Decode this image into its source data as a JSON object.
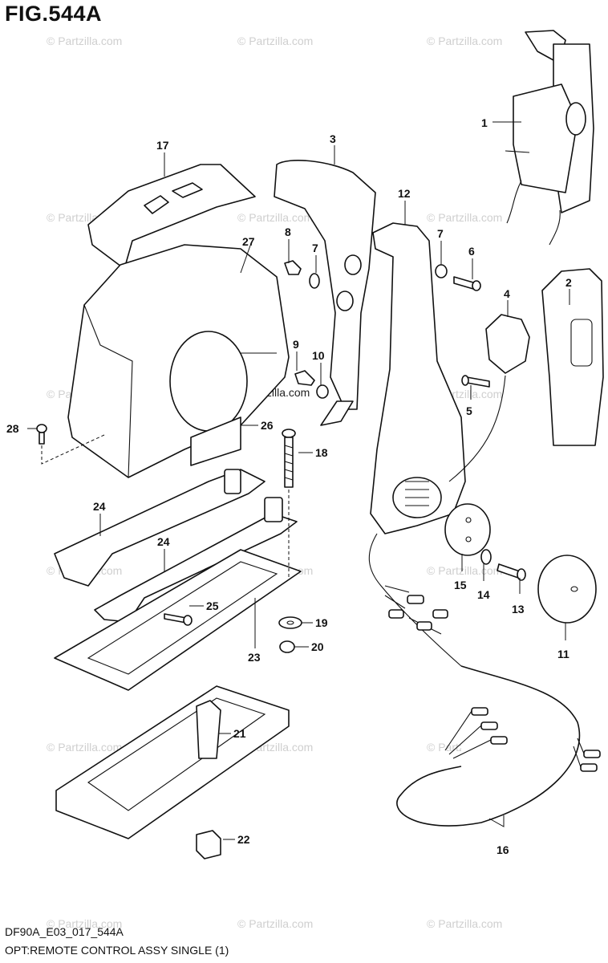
{
  "figure_title": "FIG.544A",
  "footer": {
    "code": "DF90A_E03_017_544A",
    "description": "OPT:REMOTE CONTROL ASSY SINGLE (1)"
  },
  "watermark": {
    "text": "© Partzilla.com",
    "center_text": "© Partzilla.com"
  },
  "callouts": {
    "c1": "1",
    "c2": "2",
    "c3": "3",
    "c4": "4",
    "c5": "5",
    "c6": "6",
    "c7a": "7",
    "c7b": "7",
    "c8": "8",
    "c9": "9",
    "c10": "10",
    "c11": "11",
    "c12": "12",
    "c13": "13",
    "c14": "14",
    "c15": "15",
    "c16": "16",
    "c17": "17",
    "c18": "18",
    "c19": "19",
    "c20": "20",
    "c21": "21",
    "c22": "22",
    "c23": "23",
    "c24a": "24",
    "c24b": "24",
    "c25": "25",
    "c26": "26",
    "c27": "27",
    "c28": "28"
  },
  "colors": {
    "line": "#111111",
    "watermark": "#cfcfcf",
    "background": "#ffffff"
  }
}
